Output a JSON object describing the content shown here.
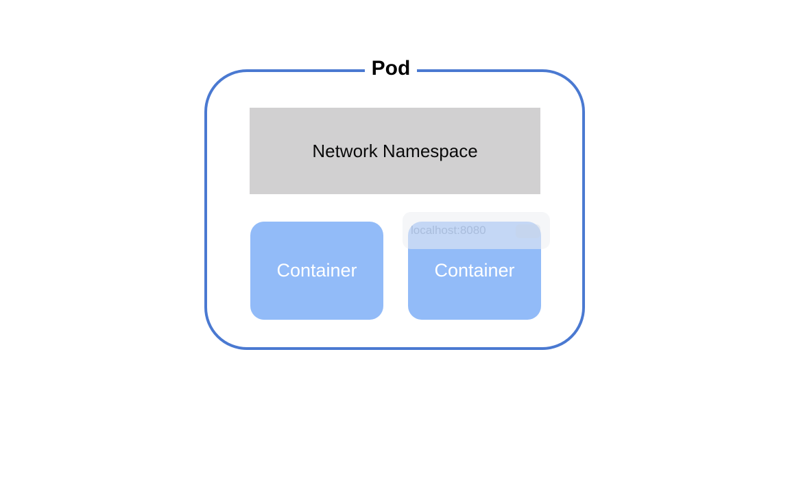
{
  "diagram": {
    "pod_label": "Pod",
    "namespace_label": "Network Namespace",
    "containers": [
      {
        "label": "Container"
      },
      {
        "label": "Container"
      }
    ],
    "overlay_text": "localhost:8080"
  },
  "colors": {
    "pod_border": "#4a79d1",
    "namespace_fill": "#d1d0d1",
    "container_fill": "#92bbf8",
    "container_text": "#ffffff"
  }
}
